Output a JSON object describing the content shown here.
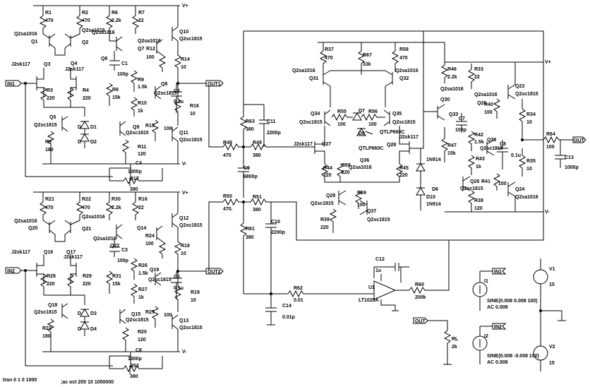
{
  "ports": {
    "in1": "IN1",
    "in2": "IN2",
    "out1": "OUT1",
    "out2": "OUT2",
    "out_top": "OUT",
    "out_bottom": "OUT",
    "in1_src": "IN1",
    "in2_src": "IN2"
  },
  "supply": {
    "vplus": "V+",
    "vminus": "V-"
  },
  "ch1": {
    "r1": "R1",
    "r1v": "470",
    "r2": "R2",
    "r2v": "470",
    "r6": "R6",
    "r6v": "2.2k",
    "r7": "R7",
    "r7v": "22",
    "q1t": "Q2sa1016",
    "q1": "Q1",
    "q2t": "Q2sa1016",
    "q2": "Q2",
    "q6t": "Q2sa1016",
    "q6": "Q6",
    "q10": "Q10",
    "q10t": "Q2sc1815",
    "q7t": "Q2sa1016",
    "q7": "Q7",
    "r12": "R12",
    "r12v": "100",
    "r14": "R14",
    "r14v": "10",
    "c1": "C1",
    "c1v": "100p",
    "r9": "R9",
    "r9v": "1.5k",
    "q8": "Q8",
    "q8t": "Q2sc1815",
    "c2": "C2",
    "c2v": "0.1u",
    "r10": "R10",
    "r10v": "1k",
    "r16": "R16",
    "r16v": "10",
    "j1": "J2sk117",
    "q3": "Q3",
    "j2": "J2sk117",
    "q4": "Q4",
    "r3": "R3",
    "r3v": "220",
    "r4": "R4",
    "r4v": "220",
    "r8": "R8",
    "r8v": "15k",
    "q5": "Q5",
    "q5t": "Q2sc1815",
    "d1": "D1",
    "d2": "D2",
    "d": "D",
    "r5": "R5",
    "r5v": "180",
    "q9": "Q9",
    "q9t": "Q2sc1815",
    "r13": "R13",
    "r13v": "100",
    "q11": "Q11",
    "q11t": "Q2sc1815",
    "r11": "R11",
    "r11v": "120",
    "c4": "C4",
    "c4v": "1000p",
    "r17": "R17",
    "r17v": "380"
  },
  "ch2": {
    "r21": "R21",
    "r21v": "470",
    "r22": "R22",
    "r22v": "470",
    "r30": "R30",
    "r30v": "2.2k",
    "r16": "R16",
    "r16v": "22",
    "q20t": "Q2sa1016",
    "q20": "Q20",
    "q21t": "Q2sa1016",
    "q21": "Q21",
    "q22": "Q22",
    "q22t": "Q2sa1016",
    "q12": "Q12",
    "q12t": "Q2sc1815",
    "q14": "Q14",
    "r24": "R24",
    "r24v": "100",
    "r18": "R18",
    "r18v": "10",
    "c3": "C3",
    "c3v": "100p",
    "r26": "R26",
    "r26v": "1.5k",
    "q19": "Q19",
    "q19t": "Q2sc1815",
    "c6": "C6",
    "c6v": "0.1u",
    "r27": "R27",
    "r27v": "1k",
    "r19": "R19",
    "r19v": "10",
    "j16": "J2sk117",
    "q16": "Q16",
    "j17": "J2sk117",
    "q17": "Q17",
    "r28": "R28",
    "r28v": "220",
    "r29": "R29",
    "r29v": "220",
    "r31": "R31",
    "r31v": "15k",
    "q18": "Q18",
    "q18t": "Q2sc1815",
    "d3": "D3",
    "d4": "D4",
    "d": "D",
    "r23": "R23",
    "r23v": "180",
    "q15": "Q15",
    "q15t": "Q2sc1815",
    "r25": "R25",
    "r25v": "100",
    "q13": "Q13",
    "q13t": "Q2sc1815",
    "r20": "R20",
    "r20v": "120",
    "c8": "C8",
    "c8v": "1000p",
    "r52": "R52",
    "r52v": "380"
  },
  "mid": {
    "r63": "R63",
    "r63v": "380",
    "c11": "C11",
    "c11v": "2200p",
    "r48": "R48",
    "r48v": "470",
    "r49": "R49",
    "r49v": "380",
    "c9": "C9",
    "c9v": "6800p",
    "r50": "R50",
    "r50v": "470.",
    "r51": "R51",
    "r51v": "380",
    "c10": "C10",
    "c10v": "2200p",
    "r61": "R61",
    "r61v": "380",
    "r62": "R62",
    "r62v": "0.01",
    "c14": "C14",
    "c14v": "0.01p"
  },
  "amp": {
    "r37": "R37",
    "r37v": "470",
    "r67": "R67",
    "r67v": "33k",
    "r58": "R58",
    "r58v": "470",
    "q31t": "Q2sa1016",
    "q31": "Q31",
    "q32t": "Q2sa1016",
    "q32": "Q32",
    "q34": "Q34",
    "q34t": "Q2sc1815",
    "r55": "R55",
    "r55v": "100",
    "d7": "D7",
    "r56": "R56",
    "r56v": "100",
    "q35": "Q35",
    "q35t": "Q2sc1815",
    "d8": "D8",
    "qtlp1": "QTLP660C",
    "qtlp2": "QTLP660C",
    "j27": "J2sk117",
    "q27": "Q27",
    "j28": "J2sk117",
    "q28": "Q28",
    "r44": "R44",
    "r44v": "220",
    "r68": "R68",
    "r68v": "220",
    "q36": "Q36",
    "q36t": "Q2sa1016",
    "r45": "R45",
    "r45v": "220",
    "q29": "Q29",
    "q29t": "Q2sc1815",
    "r59": "R59",
    "r59v": "100",
    "r39": "R39",
    "r39v": "220",
    "q37": "Q37",
    "q37t": "Q2sc1815",
    "r46": "R46",
    "r46v": "2.2k",
    "r33": "R33",
    "r33v": "22",
    "q30t": "Q2sa1016",
    "q30": "Q30",
    "q23": "Q23",
    "q23t": "Q2sc1815",
    "q26t": "Q2sa1016",
    "q26": "Q26",
    "r40": "R40",
    "r40v": "100",
    "q33": "Q33",
    "c7": "C7",
    "c7v": "100p",
    "r34": "R34",
    "r34v": "10",
    "r42": "R42",
    "r42v": "1.5k",
    "q38": "Q38",
    "q38t": "Q2sc1815",
    "c8b": "C8",
    "c8bv": "0.1u",
    "r43": "R43",
    "r43v": "1k",
    "r47": "R47",
    "r47v": "15k",
    "r41": "R41",
    "r41v": "100",
    "r35": "R35",
    "r35v": "10",
    "d6": "D6",
    "d6t": "1N914",
    "d10": "D10",
    "d10t": "1N914",
    "q28b": "Q28",
    "q28bt": "Q2sc1815",
    "q24": "Q24",
    "q24t": "Q2sa1016",
    "r38": "R38",
    "r38v": "120",
    "r64": "R64",
    "r64v": "100",
    "c13": "C13",
    "c13v": "1000p"
  },
  "opamp": {
    "c12": "C12",
    "c12v": "1u",
    "u1": "U1",
    "u1t": "LT1028A",
    "r60": "R60",
    "r60v": "200k"
  },
  "sources": {
    "i1": "I1",
    "i1s": "SINE(0.008 0.008 100)",
    "i1ac": "AC 0.008",
    "i2": "I2",
    "i2s": "SINE(0.008 -0.008 100)",
    "i2ac": "AC 0.008",
    "v1": "V1",
    "v1v": "15",
    "v2": "V2",
    "v2v": "15",
    "rl": "RL",
    "rlv": "2k"
  },
  "directives": {
    "tran": "tran 0 1 0 1000",
    ";ac": ";ac oct 200 10 1000000"
  }
}
